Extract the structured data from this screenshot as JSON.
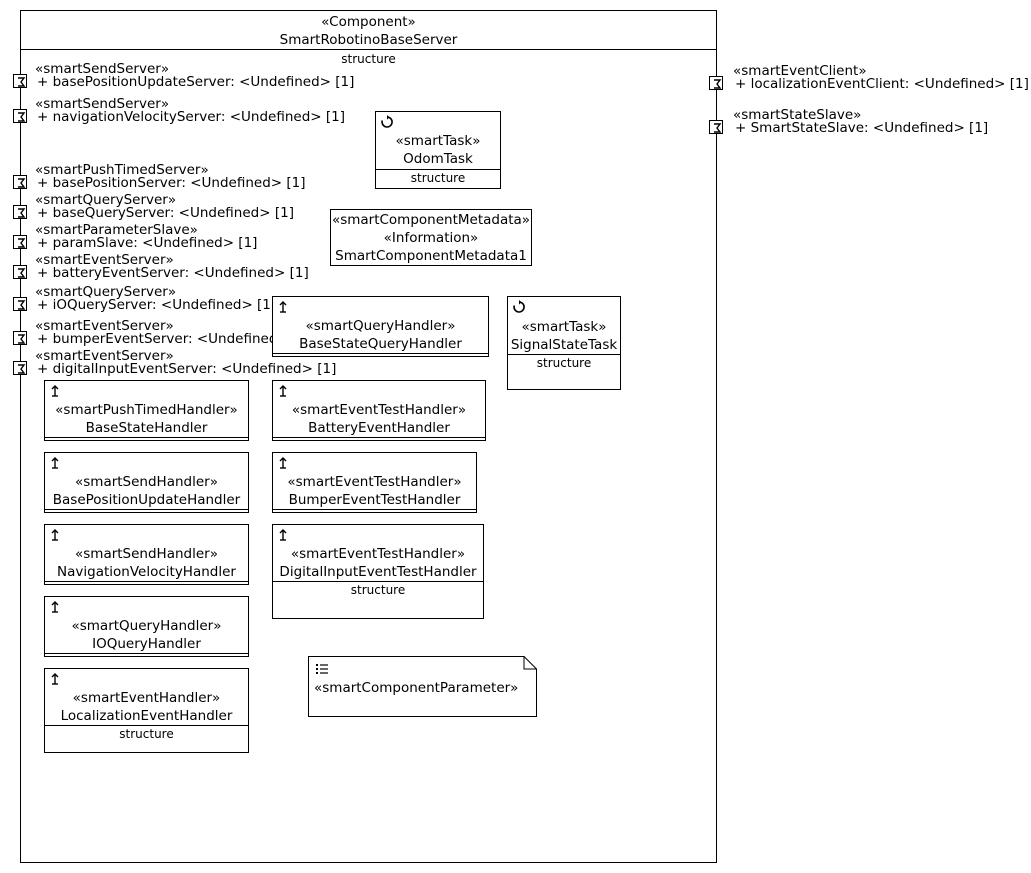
{
  "component": {
    "stereotype": "«Component»",
    "name": "SmartRobotinoBaseServer",
    "compartment": "structure"
  },
  "ports_left": [
    {
      "stereotype": "«smartSendServer»",
      "label": "+ basePositionUpdateServer: <Undefined> [1]"
    },
    {
      "stereotype": "«smartSendServer»",
      "label": "+ navigationVelocityServer: <Undefined> [1]"
    },
    {
      "stereotype": "«smartPushTimedServer»",
      "label": "+ basePositionServer: <Undefined> [1]"
    },
    {
      "stereotype": "«smartQueryServer»",
      "label": "+ baseQueryServer: <Undefined> [1]"
    },
    {
      "stereotype": "«smartParameterSlave»",
      "label": "+ paramSlave: <Undefined> [1]"
    },
    {
      "stereotype": "«smartEventServer»",
      "label": "+ batteryEventServer: <Undefined> [1]"
    },
    {
      "stereotype": "«smartQueryServer»",
      "label": "+ iOQueryServer: <Undefined> [1]"
    },
    {
      "stereotype": "«smartEventServer»",
      "label": "+ bumperEventServer: <Undefined> [1]"
    },
    {
      "stereotype": "«smartEventServer»",
      "label": "+ digitalInputEventServer: <Undefined> [1]"
    }
  ],
  "ports_right": [
    {
      "stereotype": "«smartEventClient»",
      "label": "+ localizationEventClient: <Undefined> [1]"
    },
    {
      "stereotype": "«smartStateSlave»",
      "label": "+ SmartStateSlave: <Undefined> [1]"
    }
  ],
  "tasks": [
    {
      "stereotype": "«smartTask»",
      "name": "OdomTask",
      "compartment": "structure"
    },
    {
      "stereotype": "«smartTask»",
      "name": "SignalStateTask",
      "compartment": "structure"
    }
  ],
  "metadata": {
    "stereotype1": "«smartComponentMetadata»",
    "stereotype2": "«Information»",
    "name": "SmartComponentMetadata1"
  },
  "handlers": [
    {
      "stereotype": "«smartQueryHandler»",
      "name": "BaseStateQueryHandler"
    },
    {
      "stereotype": "«smartPushTimedHandler»",
      "name": "BaseStateHandler"
    },
    {
      "stereotype": "«smartEventTestHandler»",
      "name": "BatteryEventHandler"
    },
    {
      "stereotype": "«smartSendHandler»",
      "name": "BasePositionUpdateHandler"
    },
    {
      "stereotype": "«smartEventTestHandler»",
      "name": "BumperEventTestHandler"
    },
    {
      "stereotype": "«smartSendHandler»",
      "name": "NavigationVelocityHandler"
    },
    {
      "stereotype": "«smartEventTestHandler»",
      "name": "DigitalInputEventTestHandler",
      "compartment": "structure"
    },
    {
      "stereotype": "«smartQueryHandler»",
      "name": "IOQueryHandler"
    },
    {
      "stereotype": "«smartEventHandler»",
      "name": "LocalizationEventHandler",
      "compartment": "structure"
    }
  ],
  "parameter": {
    "stereotype": "«smartComponentParameter»"
  }
}
